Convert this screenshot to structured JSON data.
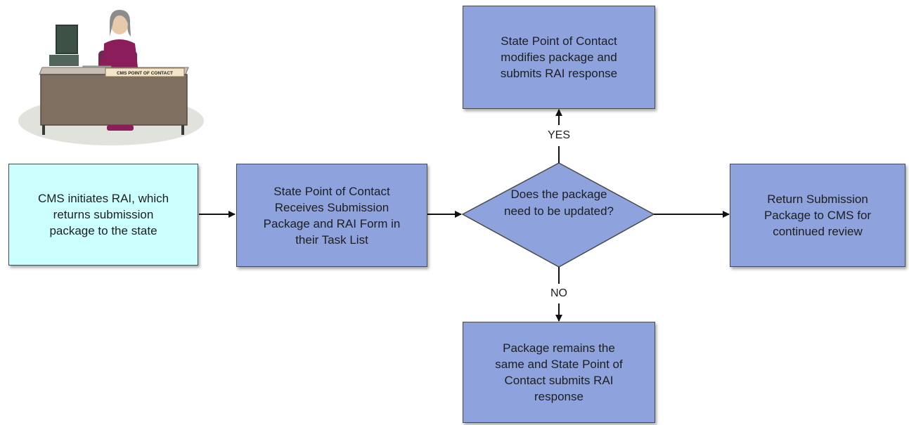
{
  "illustration": {
    "desk_sign": "CMS POINT OF CONTACT"
  },
  "nodes": {
    "start": "CMS initiates RAI, which\nreturns submission\npackage to the state",
    "receive": "State Point of Contact\nReceives Submission\nPackage and RAI Form in\ntheir Task List",
    "decision": "Does the package\nneed to be updated?",
    "modify": "State Point of Contact\nmodifies package and\nsubmits RAI response",
    "remains": "Package remains the\nsame and State Point of\nContact submits RAI\nresponse",
    "return": "Return Submission\nPackage to CMS for\ncontinued review"
  },
  "edge_labels": {
    "yes": "YES",
    "no": "NO"
  },
  "colors": {
    "process_fill": "#8ea3dd",
    "start_fill": "#ccffff",
    "stroke": "#4a4a4a"
  }
}
